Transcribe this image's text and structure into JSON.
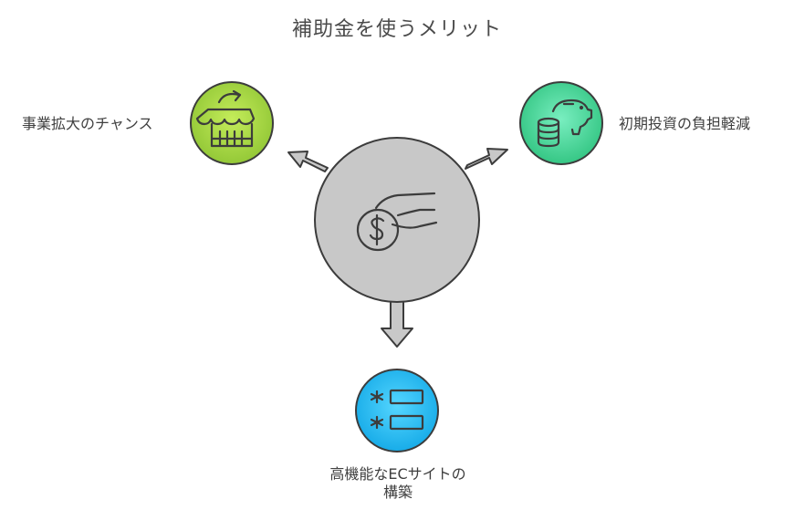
{
  "title": "補助金を使うメリット",
  "center": {
    "icon": "hand-coin-icon"
  },
  "nodes": {
    "left": {
      "label": "事業拡大のチャンス",
      "icon": "storefront-icon",
      "color": "#a6d63f"
    },
    "right": {
      "label": "初期投資の負担軽減",
      "icon": "piggy-bank-coins-icon",
      "color": "#45d89a"
    },
    "bottom": {
      "label_line1": "高機能なECサイトの",
      "label_line2": "構築",
      "icon": "asterisk-list-icon",
      "color": "#25c2f5"
    }
  },
  "colors": {
    "hub": "#c8c8c8",
    "arrow": "#c8c8c8",
    "outline": "#3c3c3c"
  }
}
